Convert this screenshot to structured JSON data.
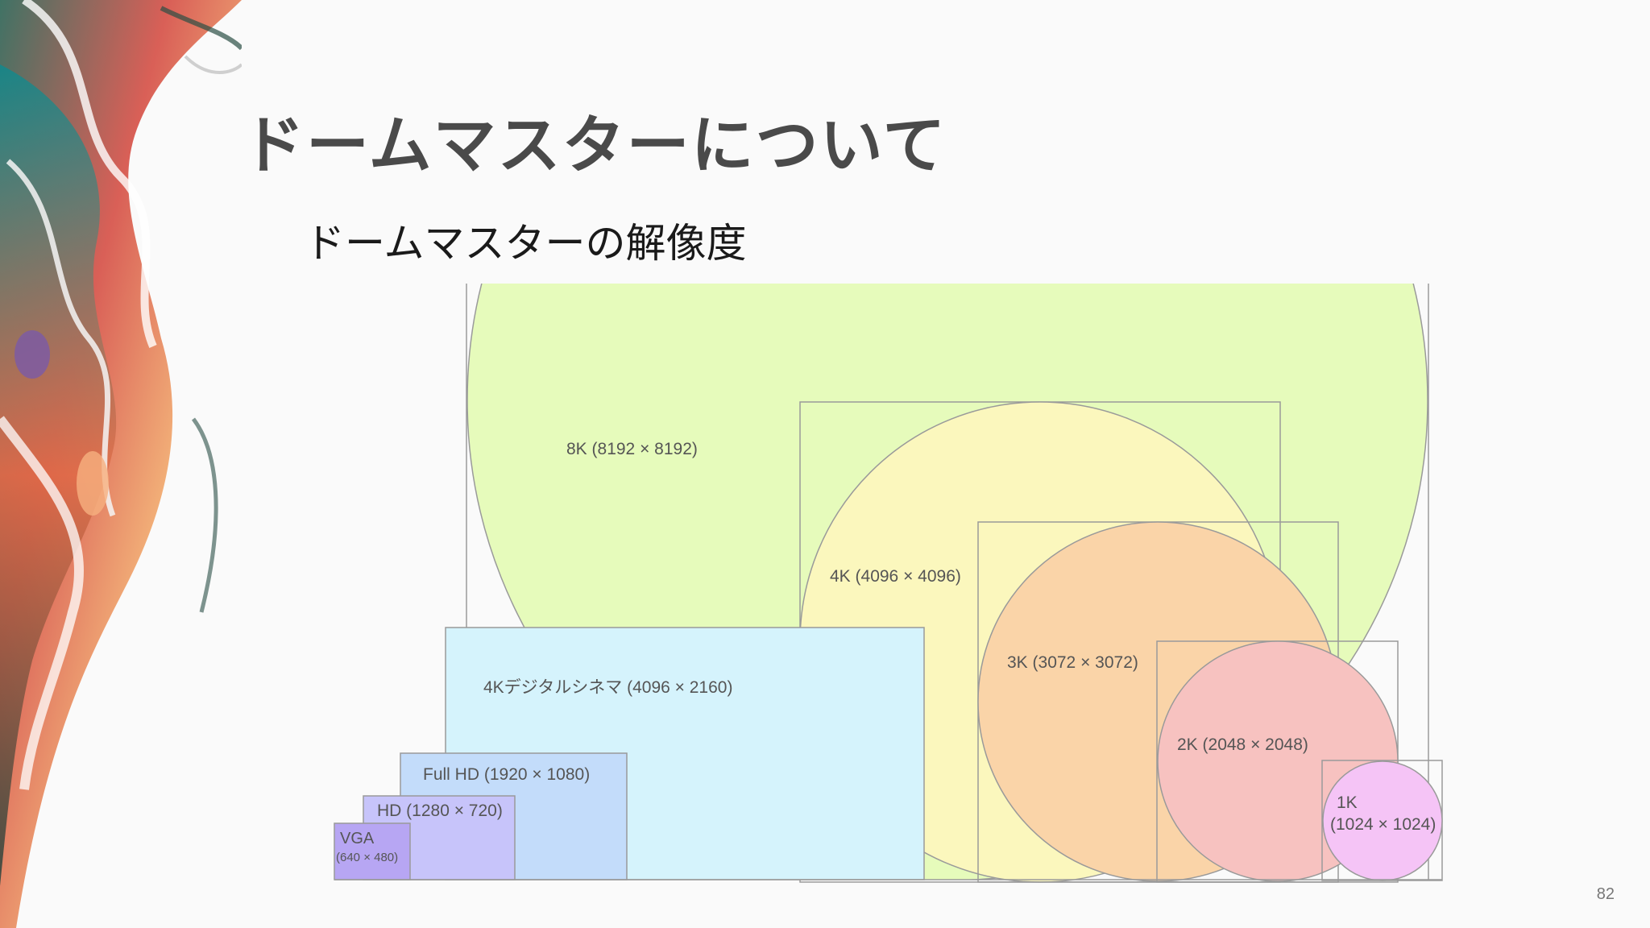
{
  "slide": {
    "title": "ドームマスターについて",
    "subtitle": "ドームマスターの解像度",
    "page_number": "82"
  },
  "colors": {
    "background": "#fafafa",
    "outline": "#9a9a9a",
    "fill_8k": "#e6fbbb",
    "fill_4k": "#fbf7bd",
    "fill_3k": "#fad4a8",
    "fill_2k": "#f7c2c0",
    "fill_1k": "#f5c4f6",
    "fill_cinema": "#d5f3fc",
    "fill_fullhd": "#c3dcfa",
    "fill_hd": "#c7c4fa",
    "fill_vga": "#b7a6f3"
  },
  "diagram": {
    "domes": [
      {
        "key": "8k",
        "label": "8K (8192 × 8192)",
        "size": 8192
      },
      {
        "key": "4k",
        "label": "4K (4096 × 4096)",
        "size": 4096
      },
      {
        "key": "3k",
        "label": "3K (3072 × 3072)",
        "size": 3072
      },
      {
        "key": "2k",
        "label": "2K (2048 × 2048)",
        "size": 2048
      },
      {
        "key": "1k",
        "label_line1": "1K",
        "label_line2": "(1024 × 1024)",
        "size": 1024
      }
    ],
    "flat_formats": [
      {
        "key": "cinema",
        "label": "4Kデジタルシネマ (4096 × 2160)",
        "width": 4096,
        "height": 2160
      },
      {
        "key": "fullhd",
        "label": "Full HD (1920 × 1080)",
        "width": 1920,
        "height": 1080
      },
      {
        "key": "hd",
        "label": "HD (1280 × 720)",
        "width": 1280,
        "height": 720
      },
      {
        "key": "vga",
        "label_line1": "VGA",
        "label_line2": "(640 × 480)",
        "width": 640,
        "height": 480
      }
    ]
  }
}
